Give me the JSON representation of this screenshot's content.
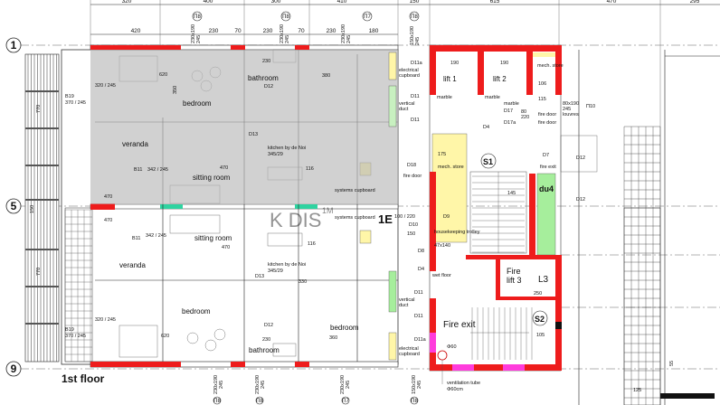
{
  "drawing": {
    "title": "1st floor",
    "watermark": "K DIS",
    "watermark_sub": "1M"
  },
  "grid_axes": [
    "1",
    "5",
    "9"
  ],
  "dimensions": {
    "top_outer": [
      "320",
      "400",
      "300",
      "410",
      "150",
      "615",
      "470",
      "295"
    ],
    "top_inner": [
      "420",
      "230",
      "70",
      "230",
      "70",
      "230",
      "180"
    ],
    "left": [
      "770",
      "150",
      "770"
    ],
    "right_bottom": [
      "125",
      "55"
    ]
  },
  "window_tags": {
    "top": [
      {
        "id": "Π8",
        "size": "230x190",
        "sill": "245"
      },
      {
        "id": "Π8",
        "size": "230x190",
        "sill": "245"
      },
      {
        "id": "Π7",
        "size": "230x190",
        "sill": "245"
      },
      {
        "id": "Π8",
        "size": "150x190",
        "sill": "245"
      }
    ],
    "bottom": [
      {
        "id": "Π8",
        "size": "230x190",
        "sill": "245"
      },
      {
        "id": "Π8",
        "size": "230x190",
        "sill": "245"
      },
      {
        "id": "Π7",
        "size": "230x190",
        "sill": "245"
      },
      {
        "id": "Π8",
        "size": "150x190",
        "sill": "245"
      }
    ]
  },
  "upper_apartment": {
    "veranda": "veranda",
    "bedroom": "bedroom",
    "bathroom": "bathroom",
    "sitting_room": "sitting room",
    "kitchen": "kitchen by de Noi",
    "kitchen_code": "345/29",
    "systems": "systems cupboard",
    "d12": "D12",
    "d13": "D13",
    "b11": "B11",
    "b11_dims": "342 / 245",
    "b19": "B19",
    "b19_dims": "370 / 245",
    "dim_620": "620",
    "dim_470": "470",
    "dim_380": "380",
    "dim_350": "350",
    "dim_230": "230",
    "dim_116": "116",
    "dim_470b": "470",
    "dim_320": "320 / 245"
  },
  "lower_apartment": {
    "veranda": "veranda",
    "sitting_room": "sitting room",
    "bedroom_left": "bedroom",
    "bedroom_right": "bedroom",
    "bathroom": "bathroom",
    "kitchen": "kitchen by de Noi",
    "kitchen_code": "345/29",
    "systems": "systems cupboard",
    "unit": "1E",
    "d10": "D10",
    "d10_dims": "100 / 220",
    "d12": "D12",
    "d13": "D13",
    "b11": "B11",
    "b11_dims": "342 / 245",
    "b19": "B19",
    "b19_dims": "370 / 245",
    "dim_470": "470",
    "dim_470b": "470",
    "dim_116": "116",
    "dim_620": "620",
    "dim_360": "360",
    "dim_230": "230",
    "dim_330": "330",
    "dim_150": "150",
    "dim_320": "320 / 245"
  },
  "services": {
    "electrical_top": "electrical cupboard",
    "d11a_top": "D11a",
    "vertical_duct_top": "vertical duct",
    "d11_1": "D11",
    "d11_2": "D11",
    "electrical_bottom": "electrical cupboard",
    "d11a_bottom": "D11a",
    "vertical_duct_bottom": "vertical duct",
    "d11_3": "D11",
    "d11_4": "D11",
    "d18": "D18",
    "fire_door_left": "fire door"
  },
  "core": {
    "lift1": "lift 1",
    "lift2": "lift 2",
    "lift_width": "190",
    "mech_store": "mech. store",
    "dim_106": "106",
    "dim_115": "115",
    "marble": "marble",
    "d17": "D17",
    "d17a": "D17a",
    "fire_door": "fire door",
    "d17_dims": "80 / 220",
    "louvres": "80x190 / 245 / louvres",
    "p10": "Π10",
    "d4": "D4",
    "d12": "D12",
    "d7": "D7",
    "fire_exit_small": "fire exit",
    "s1": "S1",
    "du4": "du4",
    "mech_store2": "mech. store",
    "dim_175": "175",
    "dim_145": "145",
    "d9": "D9",
    "housekeeping": "housekeeping trolley",
    "trolley_dims": "47x140",
    "d8": "D8",
    "d4b": "D4",
    "wet_floor": "wet floor",
    "fire_lift": "Fire lift 3",
    "l3": "L3",
    "dim_250": "250",
    "fire_exit": "Fire exit",
    "s2": "S2",
    "dim_105": "105",
    "vent": "ventilation tube",
    "vent_size": "Φ60cm",
    "dim_60": "Φ60"
  },
  "colors": {
    "wall": "#ee1c1c",
    "glazing": "#2fd3a0",
    "cupboard": "#fff6a8",
    "shaft": "#a6ee9c",
    "vent": "#ff3cdc"
  }
}
